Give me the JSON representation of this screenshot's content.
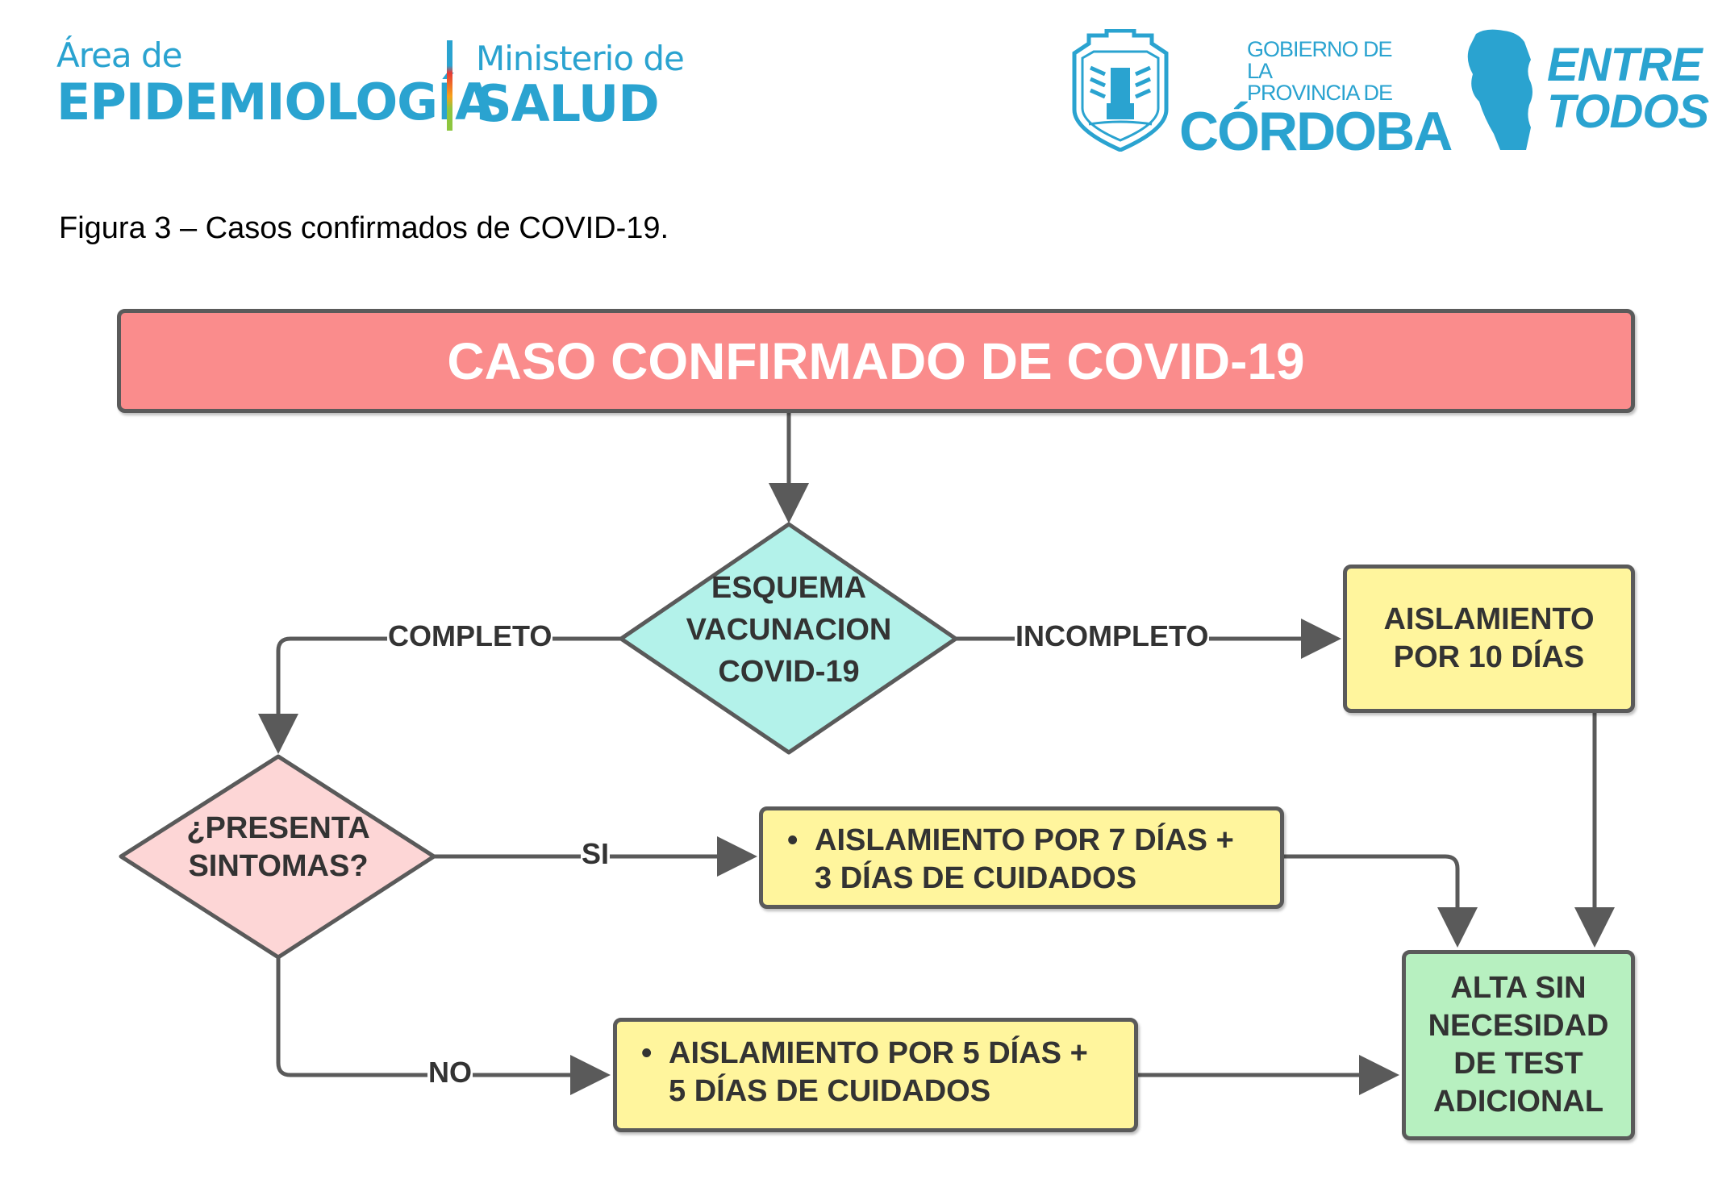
{
  "header_logos": {
    "epidemiologia": {
      "line1": "Área de",
      "line2": "EPIDEMIOLOGÍA"
    },
    "ministerio": {
      "line1": "Ministerio de",
      "line2": "SALUD"
    },
    "gobierno": {
      "line1": "GOBIERNO DE LA",
      "line2": "PROVINCIA DE",
      "line3": "CÓRDOBA"
    },
    "entre_todos": {
      "line1": "ENTRE",
      "line2": "TODOS"
    },
    "brand_color": "#2aa3d0",
    "divider_colors": [
      "#2aa3d0",
      "#e53935",
      "#f7a21b",
      "#8dc63f"
    ]
  },
  "caption": "Figura 3 – Casos confirmados de COVID-19.",
  "flowchart": {
    "start": {
      "label": "CASO CONFIRMADO DE COVID-19",
      "color": "#fa8c8c"
    },
    "decision_vacunacion": {
      "lines": [
        "ESQUEMA",
        "VACUNACION",
        "COVID-19"
      ],
      "color": "#b3f2ea"
    },
    "edge_completo": "COMPLETO",
    "edge_incompleto": "INCOMPLETO",
    "aislamiento_10": {
      "lines": [
        "AISLAMIENTO",
        "POR 10 DÍAS"
      ],
      "color": "#fff59d"
    },
    "decision_sintomas": {
      "lines": [
        "¿PRESENTA",
        "SINTOMAS?"
      ],
      "color": "#fdd6d6"
    },
    "edge_si": "SI",
    "edge_no": "NO",
    "aislamiento_7": {
      "bullet": "•",
      "lines": [
        "AISLAMIENTO POR 7 DÍAS +",
        "3 DÍAS DE CUIDADOS"
      ],
      "color": "#fff59d"
    },
    "aislamiento_5": {
      "bullet": "•",
      "lines": [
        "AISLAMIENTO POR 5 DÍAS +",
        "5 DÍAS DE CUIDADOS"
      ],
      "color": "#fff59d"
    },
    "alta": {
      "lines": [
        "ALTA SIN",
        "NECESIDAD",
        "DE TEST",
        "ADICIONAL"
      ],
      "color": "#b7f0c0"
    },
    "line_color": "#5a5a5a"
  }
}
